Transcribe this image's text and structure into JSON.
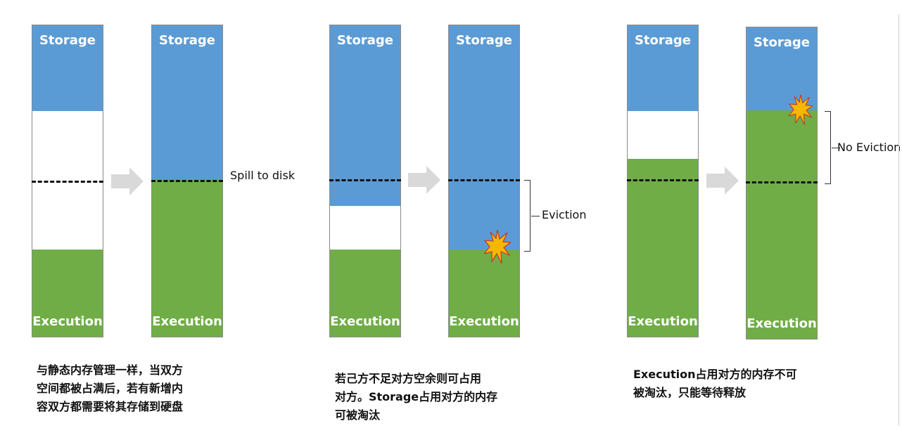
{
  "colors": {
    "storage": "#5b9bd5",
    "execution": "#70ad47",
    "empty": "#ffffff",
    "arrow": "#d9d9d9",
    "burst": "#f5b800"
  },
  "labels": {
    "storage": "Storage",
    "execution": "Execution"
  },
  "annotations": {
    "spill": "Spill to disk",
    "eviction": "Eviction",
    "no_eviction": "No Eviction"
  },
  "captions": {
    "panel1": "与静态内存管理一样，当双方\n空间都被占满后，若有新增内\n容双方都需要将其存储到硬盘",
    "panel2": "若己方不足对方空余则可占用\n对方。Storage占用对方的内存\n可被淘汰",
    "panel3": "Execution占用对方的内存不可\n被淘汰，只能等待释放"
  },
  "icons": {
    "arrow": "right-arrow-icon",
    "burst": "explosion-icon"
  }
}
